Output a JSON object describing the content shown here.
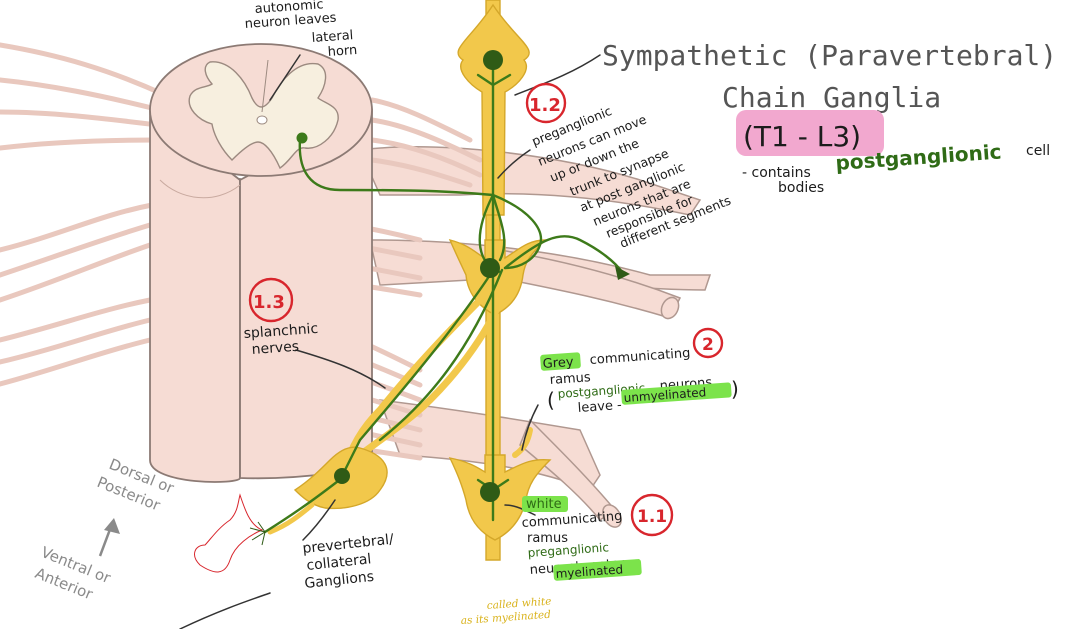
{
  "title": {
    "line1": "Sympathetic (Paravertebral)",
    "line2": "Chain Ganglia",
    "range": "(T1 - L3)"
  },
  "contains": {
    "dash": "- contains",
    "bodies": "bodies",
    "postganglionic": "postganglionic",
    "cell": "cell"
  },
  "autonomic_note": [
    "autonomic",
    "neuron leaves",
    "lateral",
    "horn"
  ],
  "badges": {
    "b12": "1.2",
    "b13": "1.3",
    "b2": "2",
    "b11": "1.1"
  },
  "preganglionic_note": [
    "preganglionic",
    "neurons can move",
    "up or down the",
    "trunk to synapse",
    "at post ganglionic",
    "neurons that are",
    "responsible for",
    "different segments"
  ],
  "splanchnic": [
    "splanchnic",
    "nerves"
  ],
  "grey_ramus": {
    "grey": "Grey",
    "communicating": "communicating",
    "ramus": "ramus",
    "paren_open": "(",
    "postganglionic": "postganglionic",
    "neurons": "neurons",
    "leave": "leave -",
    "unmyelinated": "unmyelinated",
    "paren_close": ")"
  },
  "white_ramus": {
    "white": "white",
    "communicating": "communicating",
    "ramus": "ramus",
    "preganglionic": "preganglionic",
    "neurons_enter": "neuron's enter",
    "myelinated": "myelinated"
  },
  "called_white": [
    "called white",
    "as its myelinated"
  ],
  "prevertebral": [
    "prevertebral/",
    "collateral",
    "Ganglions"
  ],
  "orientation": {
    "dorsal": [
      "Dorsal or",
      "Posterior"
    ],
    "ventral": [
      "Ventral or",
      "Anterior"
    ]
  },
  "colors": {
    "spinal_cord": "#f6dcd4",
    "outline": "#8c7a74",
    "grey_matter": "#f7efdf",
    "ganglion": "#f2c84b",
    "neuron": "#3d7a1a",
    "soma": "#2f5b16",
    "highlight_green": "#7ce34b",
    "highlight_pink": "#f2a8cf",
    "badge_red": "#d8262d"
  }
}
